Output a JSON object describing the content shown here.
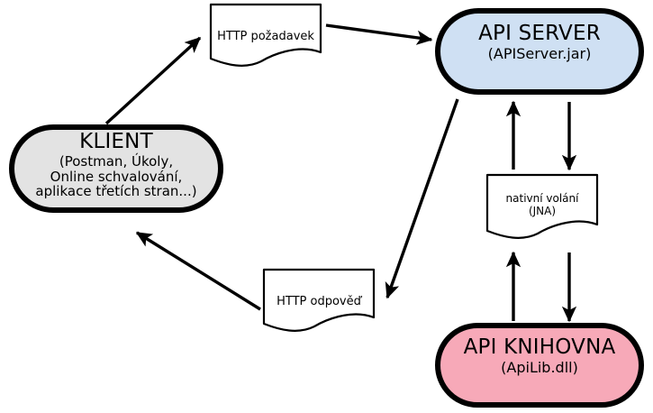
{
  "diagram": {
    "type": "architecture-flow",
    "background_color": "#ffffff",
    "stroke_color": "#000000",
    "nodes": [
      {
        "id": "klient",
        "shape": "rounded-rectangle",
        "title": "KLIENT",
        "subtitle_lines": [
          "(Postman, Úkoly,",
          "Online schvalování,",
          "aplikace třetích stran...)"
        ],
        "fill_color": "#e3e3e3"
      },
      {
        "id": "api-server",
        "shape": "rounded-rectangle",
        "title": "API SERVER",
        "subtitle_lines": [
          "(APIServer.jar)"
        ],
        "fill_color": "#cfe0f3"
      },
      {
        "id": "api-knihovna",
        "shape": "rounded-rectangle",
        "title": "API KNIHOVNA",
        "subtitle_lines": [
          "(ApiLib.dll)"
        ],
        "fill_color": "#f7a9b8"
      }
    ],
    "documents": [
      {
        "id": "http-pozadavek",
        "shape": "document",
        "lines": [
          "HTTP požadavek"
        ],
        "fill_color": "#ffffff"
      },
      {
        "id": "http-odpoved",
        "shape": "document",
        "lines": [
          "HTTP odpověď"
        ],
        "fill_color": "#ffffff"
      },
      {
        "id": "nativni-volani",
        "shape": "document",
        "lines": [
          "nativní volání",
          "(JNA)"
        ],
        "fill_color": "#ffffff"
      }
    ],
    "arrows": [
      {
        "id": "klient-to-request",
        "from": "klient",
        "to": "http-pozadavek",
        "direction": "up-right"
      },
      {
        "id": "request-to-server",
        "from": "http-pozadavek",
        "to": "api-server",
        "direction": "right"
      },
      {
        "id": "server-to-response",
        "from": "api-server",
        "to": "http-odpoved",
        "direction": "down-left"
      },
      {
        "id": "response-to-klient",
        "from": "http-odpoved",
        "to": "klient",
        "direction": "up-left"
      },
      {
        "id": "jna-up-to-server",
        "from": "nativni-volani",
        "to": "api-server",
        "direction": "up"
      },
      {
        "id": "server-down-to-jna",
        "from": "api-server",
        "to": "nativni-volani",
        "direction": "down"
      },
      {
        "id": "knihovna-up-to-jna",
        "from": "api-knihovna",
        "to": "nativni-volani",
        "direction": "up"
      },
      {
        "id": "jna-down-to-knihovna",
        "from": "nativni-volani",
        "to": "api-knihovna",
        "direction": "down"
      }
    ]
  }
}
